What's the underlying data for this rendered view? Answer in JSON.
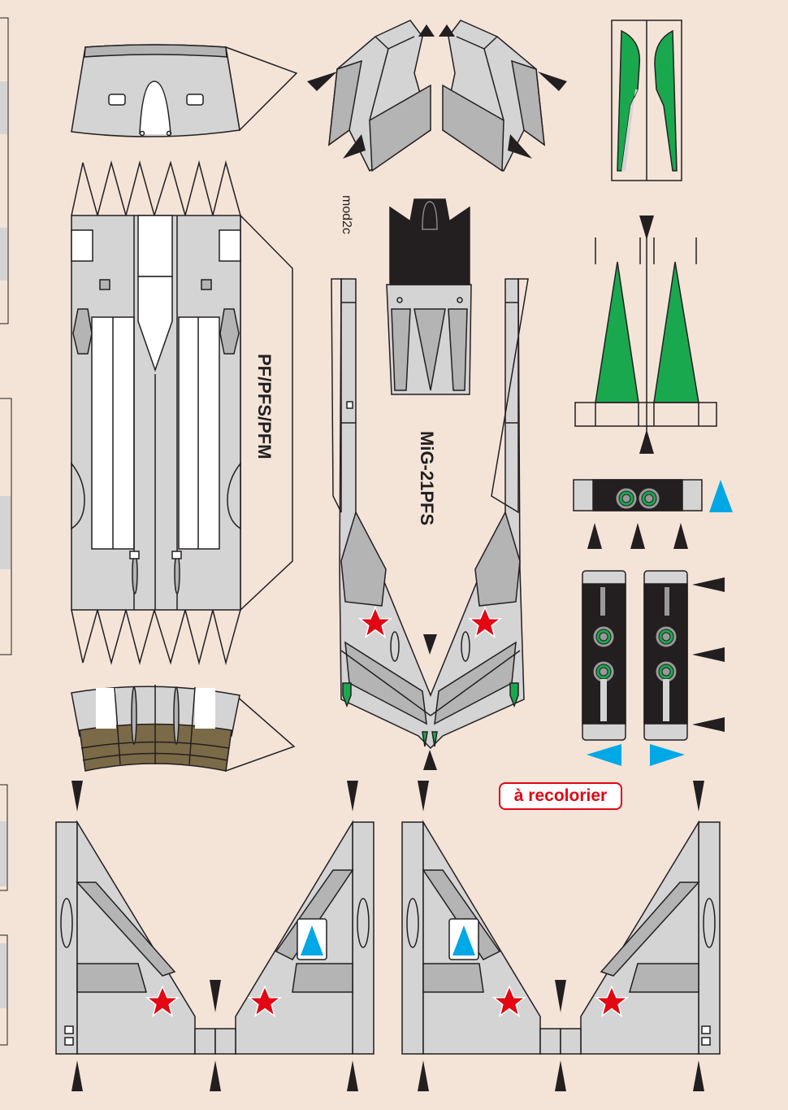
{
  "labels": {
    "mod": "mod2c",
    "variants": "PF/PFS/PFM",
    "model": "MiG-21PFS",
    "recolor_note": "à recolorier"
  },
  "colors": {
    "background": "#f4e4d8",
    "light_gray": "#d4d4d4",
    "mid_gray": "#b4b4b4",
    "dark": "#231f20",
    "green": "#1aa84f",
    "blue": "#00a8e6",
    "red_star": "#e30613",
    "olive": "#7b6a47"
  }
}
